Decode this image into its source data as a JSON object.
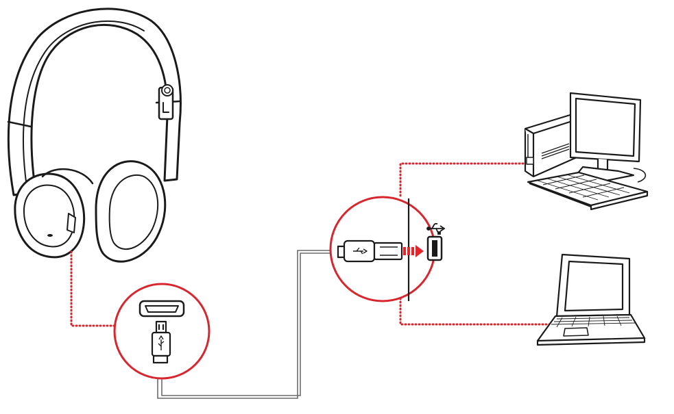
{
  "diagram": {
    "elements": [
      "headset",
      "micro-usb-connector",
      "usb-a-connector",
      "usb-port",
      "desktop-computer",
      "laptop"
    ],
    "colors": {
      "callout": "#d7262e",
      "dotted_link": "#d7262e",
      "outline": "#1a1a1a",
      "cable": "#6a6a6a",
      "arrow": "#e4262c"
    },
    "icons": [
      "usb-icon"
    ]
  }
}
